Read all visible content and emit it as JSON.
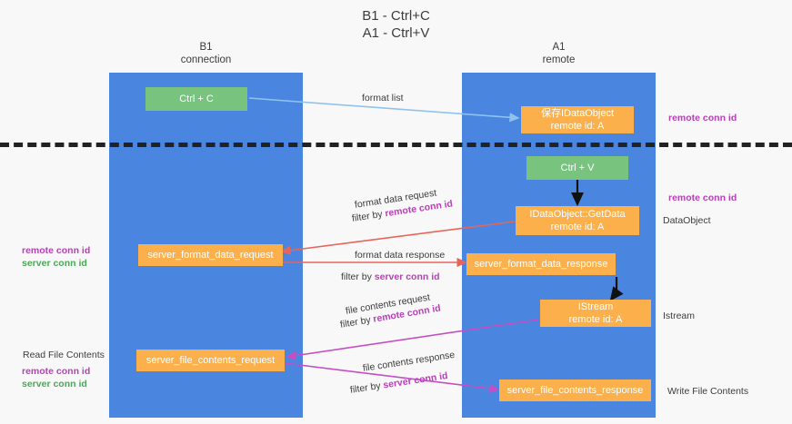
{
  "diagram": {
    "title": "B1 - Ctrl+C\nA1 - Ctrl+V",
    "columns": [
      {
        "name": "B1",
        "sub": "connection",
        "label": "B1\nconnection"
      },
      {
        "name": "A1",
        "sub": "remote",
        "label": "A1\nremote"
      }
    ],
    "colors": {
      "lane": "#4a86e0",
      "green_box": "#78c47e",
      "orange_box": "#fbb04c",
      "accent_purple": "#b93fb8",
      "accent_green": "#4aa858",
      "arrow_blue": "#8fc3ee",
      "arrow_red": "#e8645a",
      "arrow_magenta": "#c44ec4",
      "arrow_black": "#111111",
      "background": "#f8f8f8",
      "divider": "#222222"
    },
    "boxes": {
      "ctrl_c": {
        "line1": "Ctrl + C"
      },
      "save_idataobject": {
        "line1": "保存IDataObject",
        "line2": "remote id: A"
      },
      "ctrl_v": {
        "line1": "Ctrl + V"
      },
      "getdata": {
        "line1": "IDataObject::GetData",
        "line2": "remote id: A"
      },
      "server_format_data_request": {
        "line1": "server_format_data_request"
      },
      "server_format_data_response": {
        "line1": "server_format_data_response"
      },
      "istream": {
        "line1": "IStream",
        "line2": "remote id: A"
      },
      "server_file_contents_request": {
        "line1": "server_file_contents_request"
      },
      "server_file_contents_response": {
        "line1": "server_file_contents_response"
      }
    },
    "edge_labels": {
      "format_list": "format list",
      "format_data_request": "format data request",
      "format_data_request_filter_prefix": "filter by ",
      "format_data_request_filter_key": "remote conn id",
      "format_data_response": "format data response",
      "format_data_response_filter_prefix": "filter by ",
      "format_data_response_filter_key": "server conn id",
      "file_contents_request": "file contents request",
      "file_contents_request_filter_prefix": "filter by ",
      "file_contents_request_filter_key": "remote conn id",
      "file_contents_response": "file contents response",
      "file_contents_response_filter_prefix": "filter by ",
      "file_contents_response_filter_key": "server conn id"
    },
    "side_labels": {
      "right_remote_conn_id_top": "remote conn id",
      "right_remote_conn_id_mid": "remote conn id",
      "right_dataobject": "DataObject",
      "right_istream": "Istream",
      "right_write_file_contents": "Write File Contents",
      "left_remote_conn_id": "remote conn id",
      "left_server_conn_id": "server conn id",
      "left_read_file_contents": "Read File Contents",
      "left_bottom_remote_conn_id": "remote conn id",
      "left_bottom_server_conn_id": "server conn id"
    }
  }
}
